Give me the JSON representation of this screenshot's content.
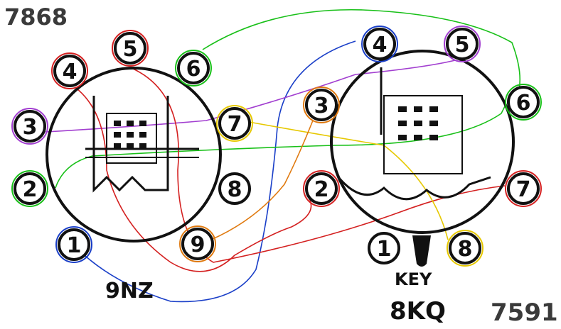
{
  "labels": {
    "left_tube": "7868",
    "right_tube": "7591",
    "left_base": "9NZ",
    "right_base": "8KQ",
    "key": "KEY"
  },
  "colors": {
    "red": "#d42020",
    "green": "#18c018",
    "blue": "#1a3fc8",
    "purple": "#a23fd0",
    "orange": "#e07a10",
    "yellow": "#e6c800",
    "outline": "#111111"
  },
  "left_socket": {
    "pins": [
      {
        "n": "1",
        "ring": "blue"
      },
      {
        "n": "2",
        "ring": "green"
      },
      {
        "n": "3",
        "ring": "purple"
      },
      {
        "n": "4",
        "ring": "red"
      },
      {
        "n": "5",
        "ring": "red"
      },
      {
        "n": "6",
        "ring": "green"
      },
      {
        "n": "7",
        "ring": "yellow"
      },
      {
        "n": "8",
        "ring": "none"
      },
      {
        "n": "9",
        "ring": "orange"
      }
    ]
  },
  "right_socket": {
    "pins": [
      {
        "n": "1",
        "ring": "none"
      },
      {
        "n": "2",
        "ring": "red"
      },
      {
        "n": "3",
        "ring": "orange"
      },
      {
        "n": "4",
        "ring": "blue"
      },
      {
        "n": "5",
        "ring": "purple"
      },
      {
        "n": "6",
        "ring": "green"
      },
      {
        "n": "7",
        "ring": "red"
      },
      {
        "n": "8",
        "ring": "yellow"
      }
    ]
  },
  "connections": [
    {
      "from": "7868 pin 1",
      "to": "7591 pin 4",
      "color": "blue"
    },
    {
      "from": "7868 pin 2",
      "to": "7591 pin 6",
      "color": "green"
    },
    {
      "from": "7868 pin 3",
      "to": "7591 pin 5",
      "color": "purple"
    },
    {
      "from": "7868 pin 4",
      "to": "7591 pin 2",
      "color": "red"
    },
    {
      "from": "7868 pin 5",
      "to": "7591 pin 7",
      "color": "red"
    },
    {
      "from": "7868 pin 6",
      "to": "7591 pin 6",
      "color": "green"
    },
    {
      "from": "7868 pin 7",
      "to": "7591 pin 8",
      "color": "yellow"
    },
    {
      "from": "7868 pin 9",
      "to": "7591 pin 3",
      "color": "orange"
    }
  ]
}
